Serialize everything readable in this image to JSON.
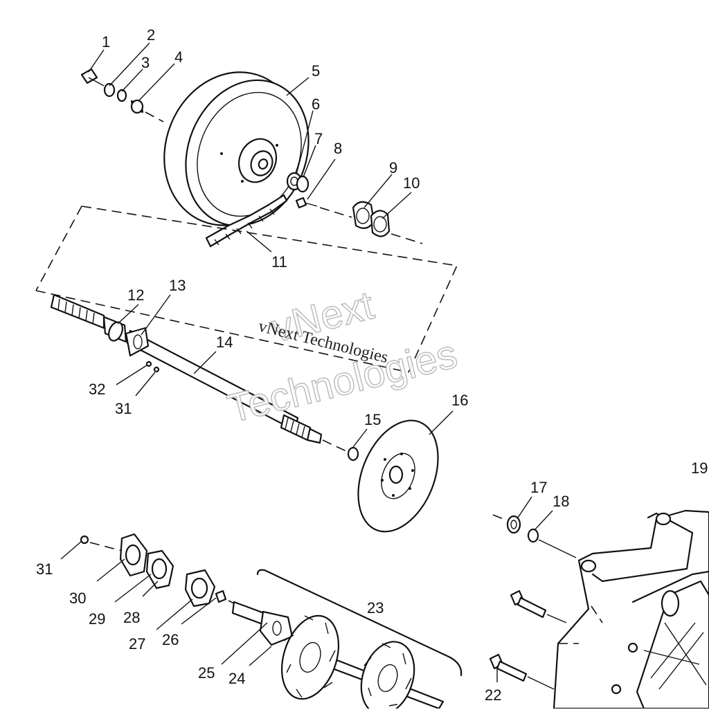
{
  "diagram": {
    "callouts": [
      {
        "id": "c1",
        "text": "1"
      },
      {
        "id": "c2",
        "text": "2"
      },
      {
        "id": "c3",
        "text": "3"
      },
      {
        "id": "c4",
        "text": "4"
      },
      {
        "id": "c5",
        "text": "5"
      },
      {
        "id": "c6",
        "text": "6"
      },
      {
        "id": "c7",
        "text": "7"
      },
      {
        "id": "c8",
        "text": "8"
      },
      {
        "id": "c9",
        "text": "9"
      },
      {
        "id": "c10",
        "text": "10"
      },
      {
        "id": "c11",
        "text": "11"
      },
      {
        "id": "c12",
        "text": "12"
      },
      {
        "id": "c13",
        "text": "13"
      },
      {
        "id": "c14",
        "text": "14"
      },
      {
        "id": "c15",
        "text": "15"
      },
      {
        "id": "c16",
        "text": "16"
      },
      {
        "id": "c17",
        "text": "17"
      },
      {
        "id": "c18",
        "text": "18"
      },
      {
        "id": "c19",
        "text": "19"
      },
      {
        "id": "c22",
        "text": "22"
      },
      {
        "id": "c23",
        "text": "23"
      },
      {
        "id": "c24",
        "text": "24"
      },
      {
        "id": "c25",
        "text": "25"
      },
      {
        "id": "c26",
        "text": "26"
      },
      {
        "id": "c27",
        "text": "27"
      },
      {
        "id": "c28",
        "text": "28"
      },
      {
        "id": "c29",
        "text": "29"
      },
      {
        "id": "c30",
        "text": "30"
      },
      {
        "id": "c31a",
        "text": "31"
      },
      {
        "id": "c31b",
        "text": "31"
      },
      {
        "id": "c32",
        "text": "32"
      }
    ],
    "watermark": {
      "large_line1": "vNext",
      "large_line2": "Technologies",
      "small": "vNext Technologies"
    }
  }
}
